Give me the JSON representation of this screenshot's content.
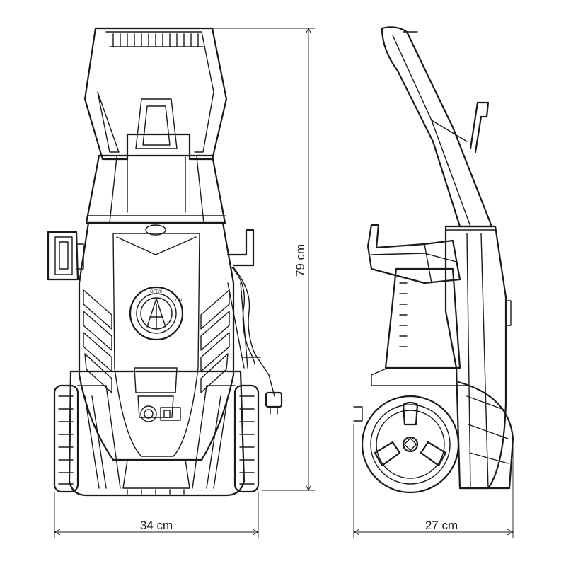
{
  "dimensions": {
    "height": "79 cm",
    "width_front": "34 cm",
    "depth_side": "27 cm"
  },
  "dial": {
    "off_label": "OFF/0",
    "on_label": "ON"
  }
}
